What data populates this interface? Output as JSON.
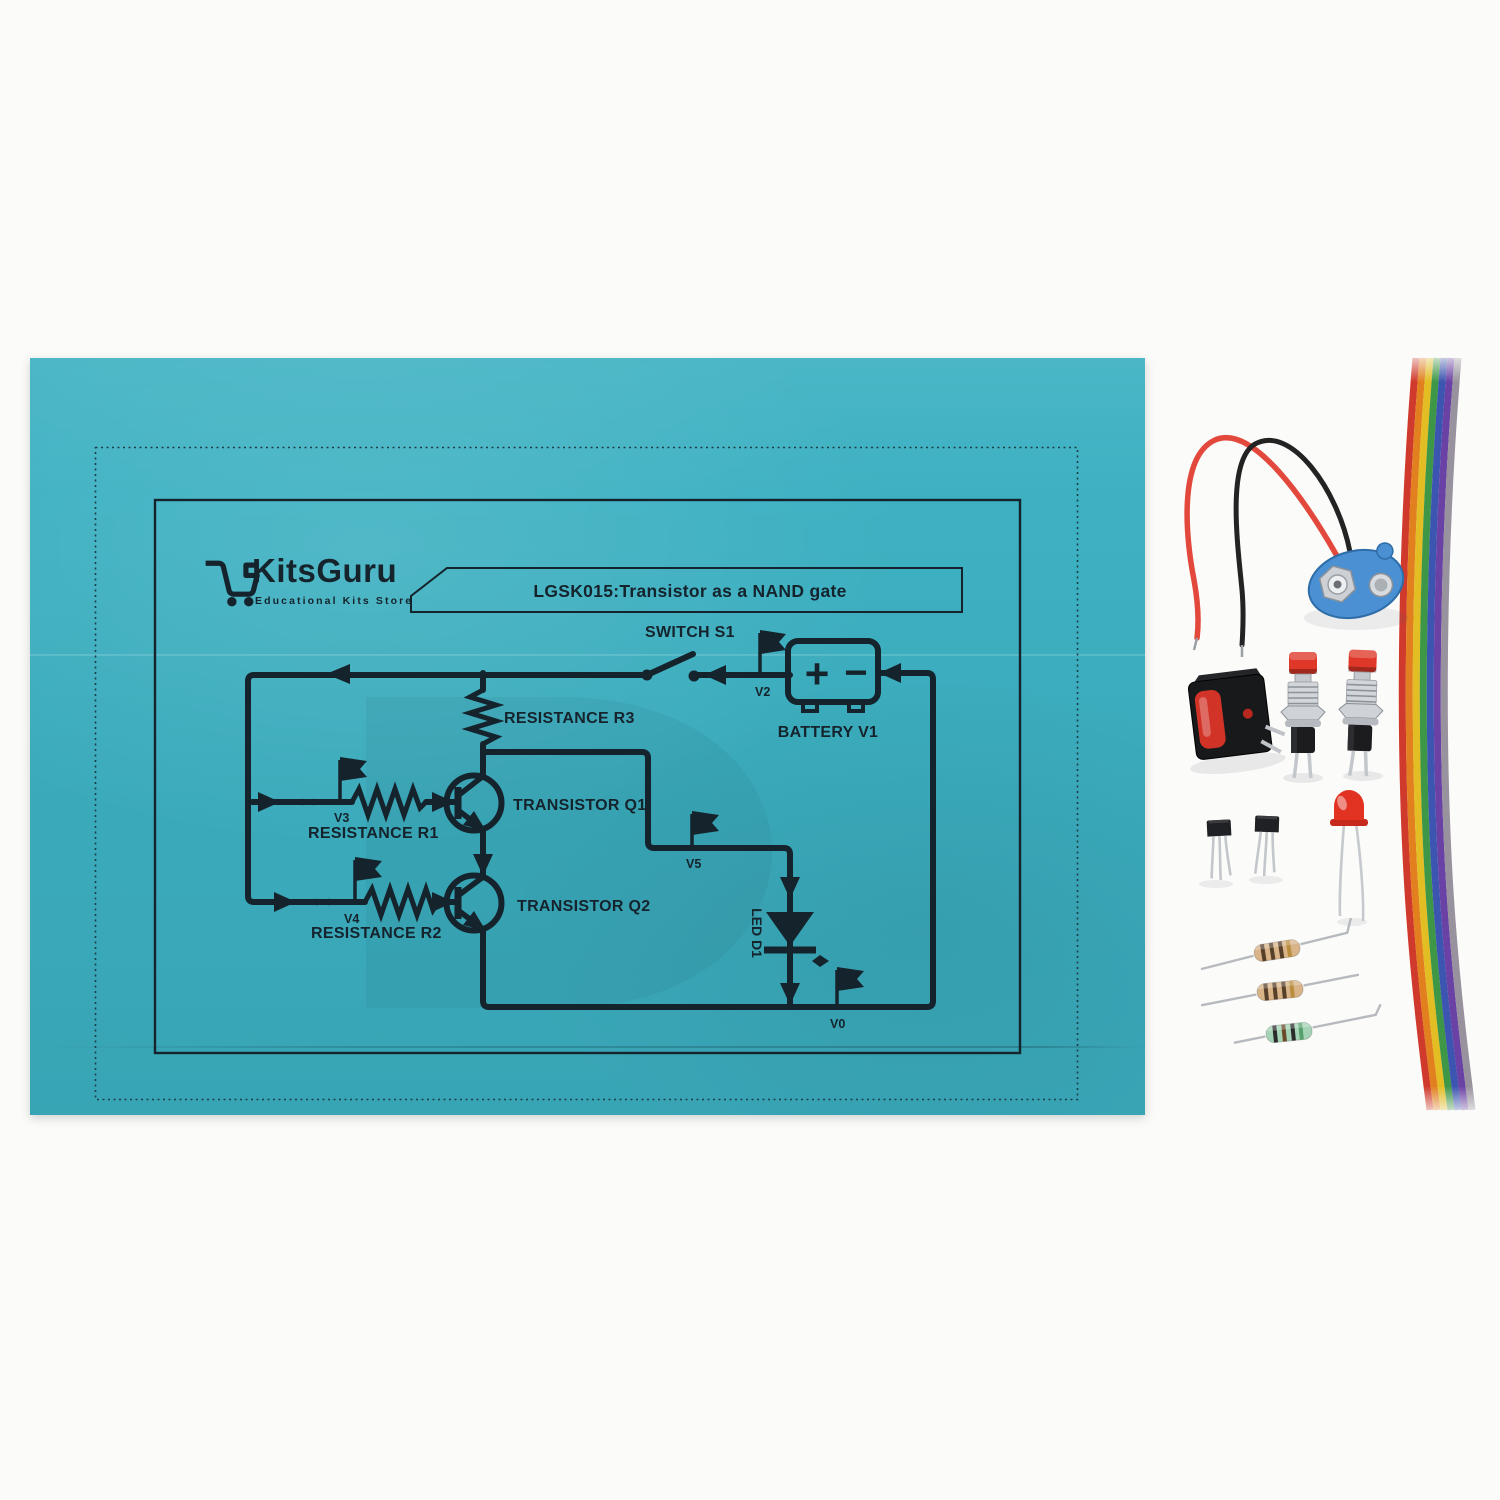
{
  "scene": {
    "type": "product-photo",
    "background_color": "#fbfbf9",
    "subject": "KitsGuru LGSK015 educational electronics kit - instruction sheet with schematic and loose parts"
  },
  "sheet": {
    "paper_color": "#3db1c2",
    "ink_color": "#15232c",
    "brand": {
      "name": "KitsGuru",
      "tagline": "Educational Kits Store",
      "icon": "shopping-cart-icon"
    },
    "title": "LGSK015:Transistor as a NAND gate",
    "schematic": {
      "type": "circuit-diagram",
      "labels": {
        "switch": "SWITCH S1",
        "battery": "BATTERY V1",
        "battery_plus": "+",
        "battery_minus": "−",
        "resistance_r3": "RESISTANCE R3",
        "resistance_r1": "RESISTANCE R1",
        "resistance_r2": "RESISTANCE R2",
        "transistor_q1": "TRANSISTOR Q1",
        "transistor_q2": "TRANSISTOR Q2",
        "led": "LED D1",
        "v0": "V0",
        "v2": "V2",
        "v3": "V3",
        "v4": "V4",
        "v5": "V5"
      }
    }
  },
  "parts": {
    "battery_snap": {
      "body_color": "#4a90d2",
      "red_wire": "#e2483c",
      "black_wire": "#232323"
    },
    "rocker_switch": {
      "body_color": "#18191b",
      "rocker_color": "#d23327"
    },
    "push_button": {
      "count": 2,
      "cap_color": "#df3828"
    },
    "transistor": {
      "count": 2,
      "body_color": "#202124"
    },
    "led": {
      "lens_color": "#e23222"
    },
    "resistors": {
      "count": 3,
      "body_colors": [
        "#d9b488",
        "#d9b488",
        "#a5d3b5"
      ]
    },
    "ribbon_cable": {
      "wire_colors": [
        "#cf3a2c",
        "#e2801f",
        "#e2bd24",
        "#3e9647",
        "#3c55b0",
        "#6a41a5",
        "#98929e"
      ]
    }
  }
}
